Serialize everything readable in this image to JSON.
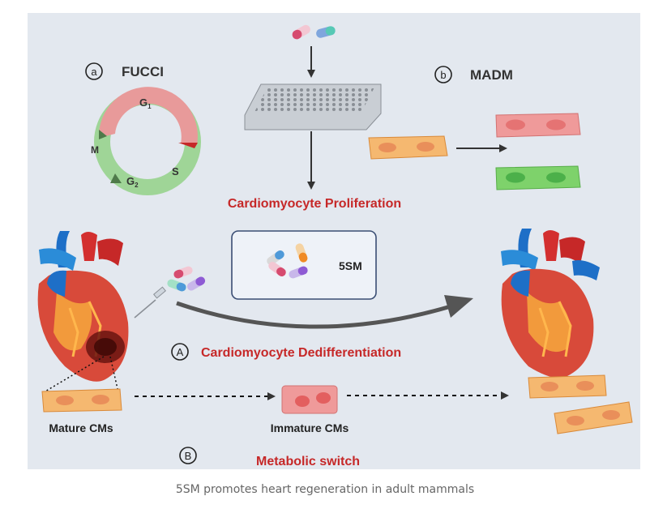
{
  "panel_a": {
    "letter": "a",
    "title": "FUCCI"
  },
  "panel_b": {
    "letter": "b",
    "title": "MADM"
  },
  "cell_cycle": {
    "g1": "G",
    "g1_sub": "1",
    "s": "S",
    "g2": "G",
    "g2_sub": "2",
    "m": "M"
  },
  "proliferation_label": "Cardiomyocyte Proliferation",
  "drug_box_label": "5SM",
  "section_A": {
    "letter": "A",
    "title": "Cardiomyocyte Dedifferentiation"
  },
  "section_B": {
    "letter": "B",
    "title": "Metabolic switch"
  },
  "mature_label": "Mature CMs",
  "immature_label": "Immature CMs",
  "caption": "5SM promotes heart regeneration in adult mammals",
  "colors": {
    "red_label": "#c62828",
    "cell_orange": "#f5b870",
    "cell_pink": "#ef9a9a",
    "cell_green": "#7ed26b",
    "g1_pink": "#e89a9a",
    "green_phase": "#9fd597"
  }
}
